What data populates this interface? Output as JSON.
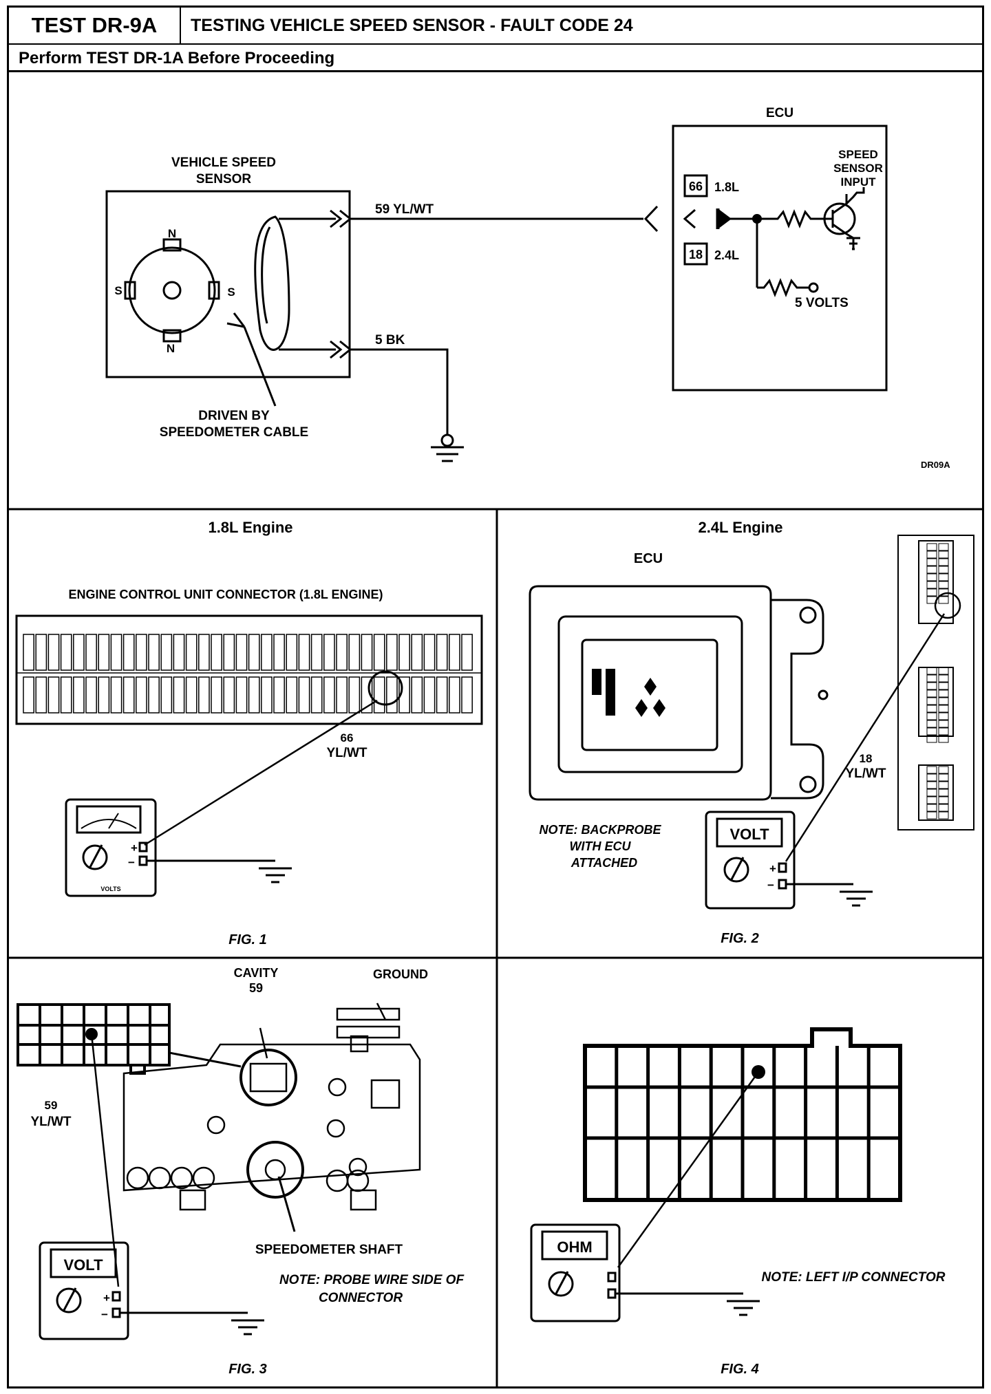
{
  "header": {
    "test_id": "TEST DR-9A",
    "title": "TESTING VEHICLE SPEED SENSOR - FAULT CODE 24",
    "prerequisite": "Perform TEST DR-1A Before Proceeding"
  },
  "schematic": {
    "sensor_label_1": "VEHICLE SPEED",
    "sensor_label_2": "SENSOR",
    "pole_n": "N",
    "pole_s": "S",
    "driven_by_1": "DRIVEN BY",
    "driven_by_2": "SPEEDOMETER CABLE",
    "wire1_label": "59 YL/WT",
    "wire2_label": "5 BK",
    "ecu_label": "ECU",
    "pin_66": "66",
    "pin_66_engine": "1.8L",
    "pin_18": "18",
    "pin_18_engine": "2.4L",
    "speed_input_1": "SPEED",
    "speed_input_2": "SENSOR",
    "speed_input_3": "INPUT",
    "supply": "5 VOLTS",
    "diagram_code": "DR09A"
  },
  "fig1": {
    "heading": "1.8L Engine",
    "connector_title": "ENGINE CONTROL UNIT CONNECTOR (1.8L ENGINE)",
    "pin_label": "66",
    "wire_color": "YL/WT",
    "meter_label": "VOLTS",
    "plus": "+",
    "minus": "−",
    "caption": "FIG. 1"
  },
  "fig2": {
    "heading": "2.4L Engine",
    "ecu_label": "ECU",
    "pin_label": "18",
    "wire_color": "YL/WT",
    "meter_display": "VOLT",
    "note_1": "NOTE: BACKPROBE",
    "note_2": "WITH ECU",
    "note_3": "ATTACHED",
    "caption": "FIG. 2"
  },
  "fig3": {
    "cavity_1": "CAVITY",
    "cavity_2": "59",
    "ground": "GROUND",
    "wire_pin": "59",
    "wire_color": "YL/WT",
    "meter_display": "VOLT",
    "shaft_label": "SPEEDOMETER SHAFT",
    "note_1": "NOTE: PROBE WIRE SIDE OF",
    "note_2": "CONNECTOR",
    "caption": "FIG. 3"
  },
  "fig4": {
    "meter_display": "OHM",
    "note": "NOTE: LEFT I/P CONNECTOR",
    "caption": "FIG. 4"
  }
}
